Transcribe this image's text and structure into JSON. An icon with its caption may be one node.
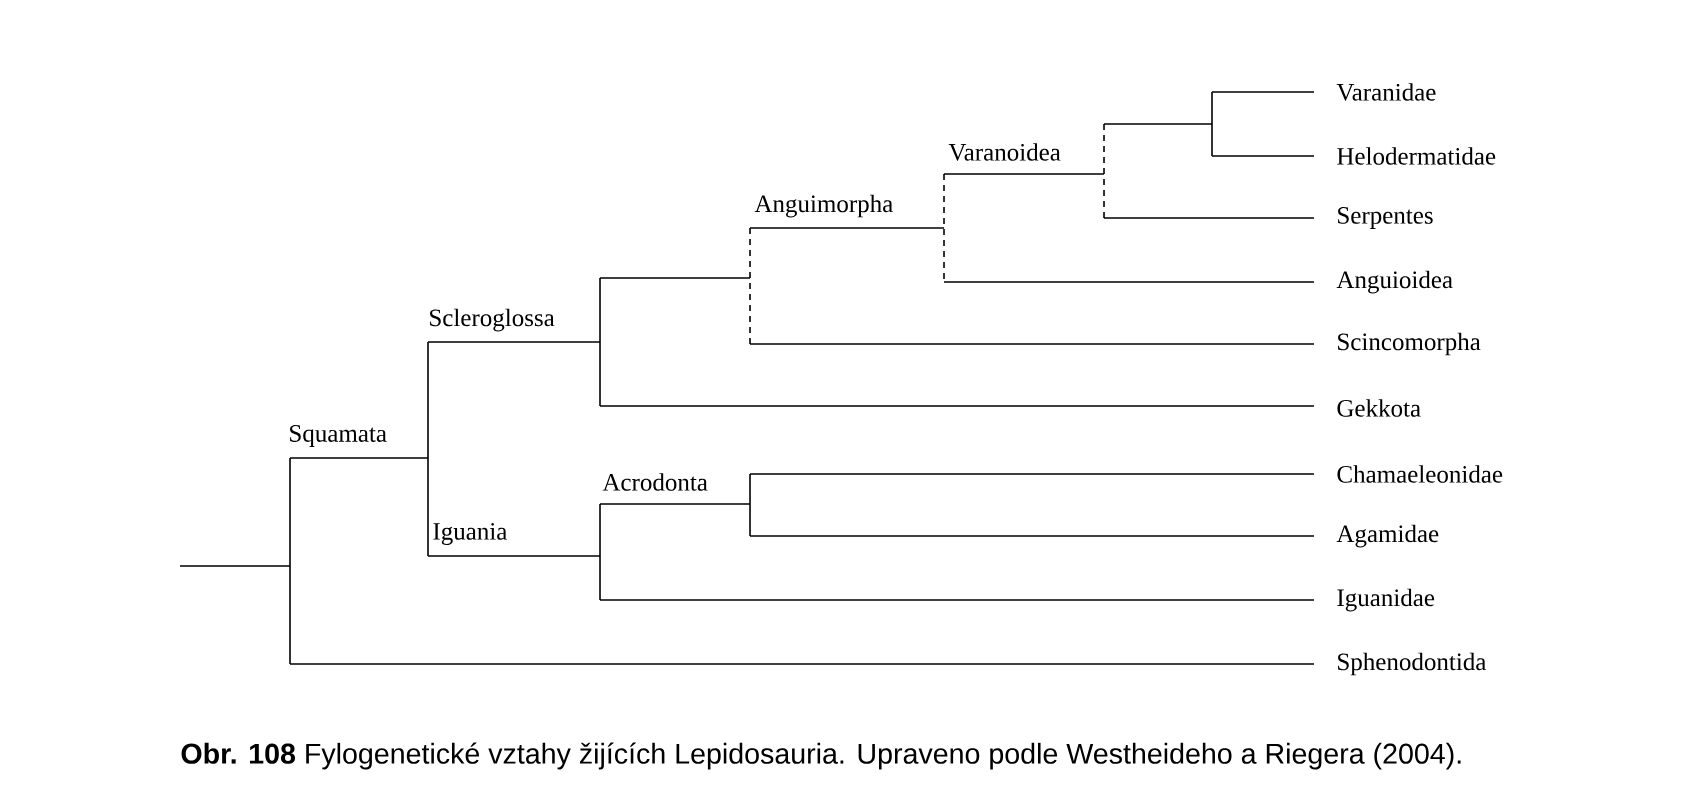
{
  "diagram": {
    "caption": "**Obr. 108** Fylogenetické vztahy žijících Lepidosauria. Upraveno podle Westheideho a Riegera (2004).",
    "labels": [
      "Varanidae",
      "Varanoidea",
      "Helodermatidae",
      "Anguimorpha",
      "Serpentes",
      "Anguioidea",
      "Scleroglossa",
      "Scincomorpha",
      "Gekkota",
      "Squamata",
      "Acrodonta",
      "Chamaeleonidae",
      "Iguania",
      "Agamidae",
      "Iguanidae",
      "Sphenodontida"
    ]
  }
}
